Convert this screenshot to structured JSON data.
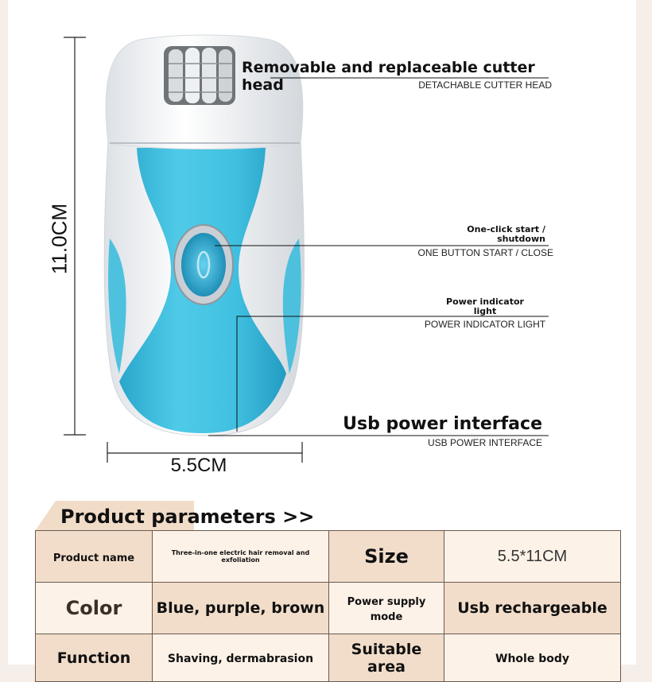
{
  "callouts": {
    "cutter_head": {
      "title": "Removable and replaceable cutter head",
      "subtitle": "DETACHABLE CUTTER HEAD"
    },
    "button": {
      "title_line1": "One-click start /",
      "title_line2": "shutdown",
      "subtitle": "ONE BUTTON START / CLOSE"
    },
    "indicator": {
      "title_line1": "Power indicator",
      "title_line2": "light",
      "subtitle": "POWER INDICATOR LIGHT"
    },
    "usb": {
      "title": "Usb power interface",
      "subtitle": "USB POWER INTERFACE"
    }
  },
  "dimensions": {
    "height_label": "11.0CM",
    "width_label": "5.5CM"
  },
  "params": {
    "title": "Product parameters >>",
    "rows": [
      {
        "k1": "Product name",
        "v1_line1": "Three-in-one electric hair removal and",
        "v1_line2": "exfoliation",
        "k2": "Size",
        "v2": "5.5*11CM"
      },
      {
        "k1": "Color",
        "v1": "Blue, purple, brown",
        "k2": "Power supply mode",
        "v2": "Usb rechargeable"
      },
      {
        "k1": "Function",
        "v1": "Shaving, dermabrasion",
        "k2": "Suitable area",
        "v2": "Whole body"
      }
    ]
  },
  "colors": {
    "device_blue": "#3fc3e3",
    "device_white": "#eef0f2",
    "header_tab": "#f1dcc8",
    "cell_dark": "#f2ddca",
    "cell_light": "#fcf2e8"
  }
}
